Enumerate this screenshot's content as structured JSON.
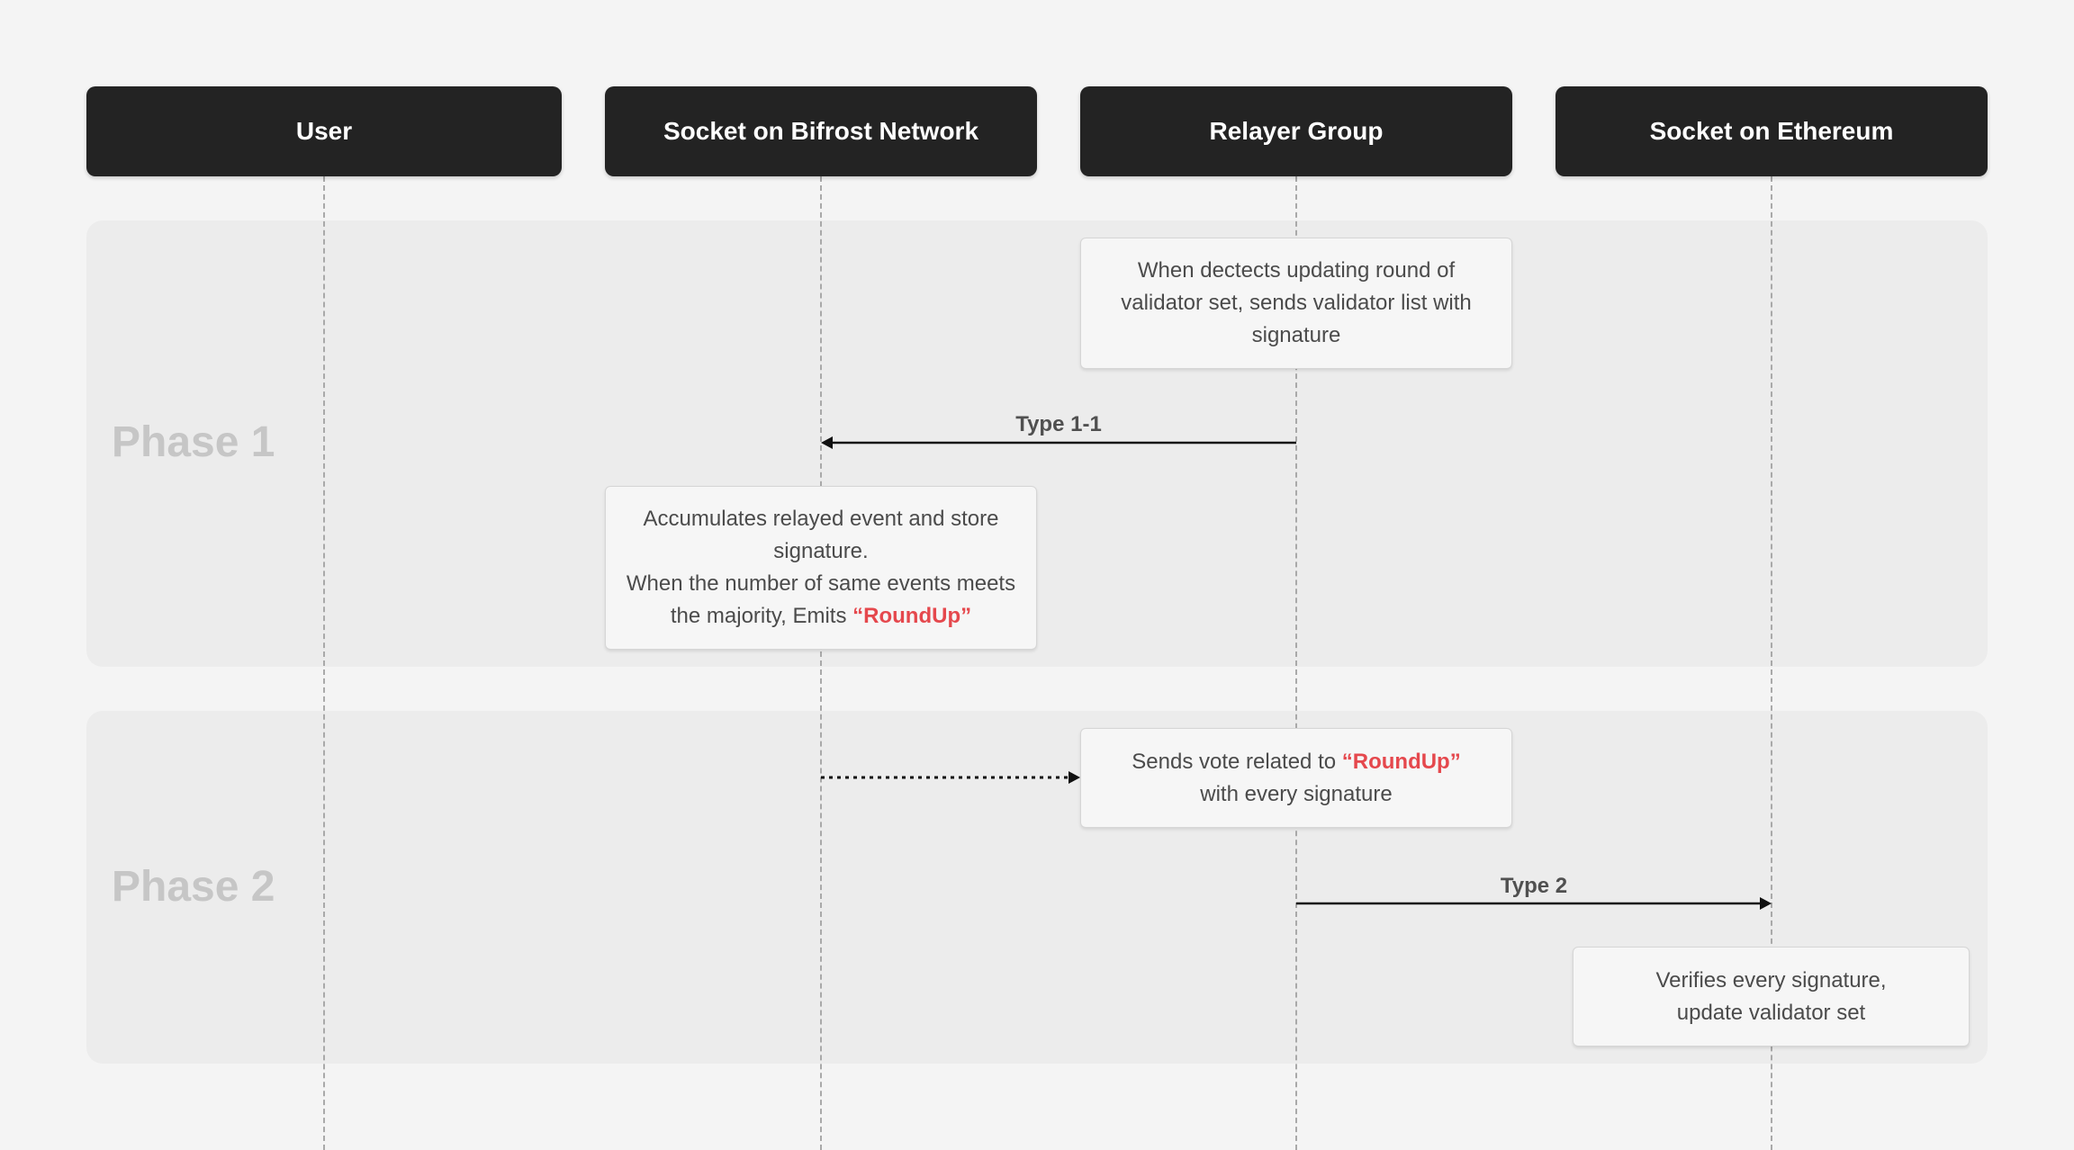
{
  "participants": [
    {
      "label": "User"
    },
    {
      "label": "Socket on Bifrost Network"
    },
    {
      "label": "Relayer Group"
    },
    {
      "label": "Socket on Ethereum"
    }
  ],
  "phases": [
    {
      "label": "Phase 1"
    },
    {
      "label": "Phase 2"
    }
  ],
  "notes": {
    "relayer_detect": "When dectects updating round of validator set, sends validator list with signature",
    "bifrost_line1": "Accumulates relayed event and store signature.",
    "bifrost_line2": "When the number of same events meets the majority, Emits ",
    "bifrost_highlight": "“RoundUp”",
    "relayer_vote_prefix": "Sends vote related to ",
    "relayer_vote_highlight": "“RoundUp”",
    "relayer_vote_suffix": "with every signature",
    "ethereum_verify_line1": "Verifies every signature,",
    "ethereum_verify_line2": "update validator set"
  },
  "messages": [
    {
      "label": "Type 1-1",
      "style": "solid"
    },
    {
      "label": "",
      "style": "dotted"
    },
    {
      "label": "Type 2",
      "style": "solid"
    }
  ],
  "colors": {
    "header_bg": "#232323",
    "highlight": "#e5484d",
    "phase_bg": "#ececec",
    "page_bg": "#f4f4f4"
  }
}
